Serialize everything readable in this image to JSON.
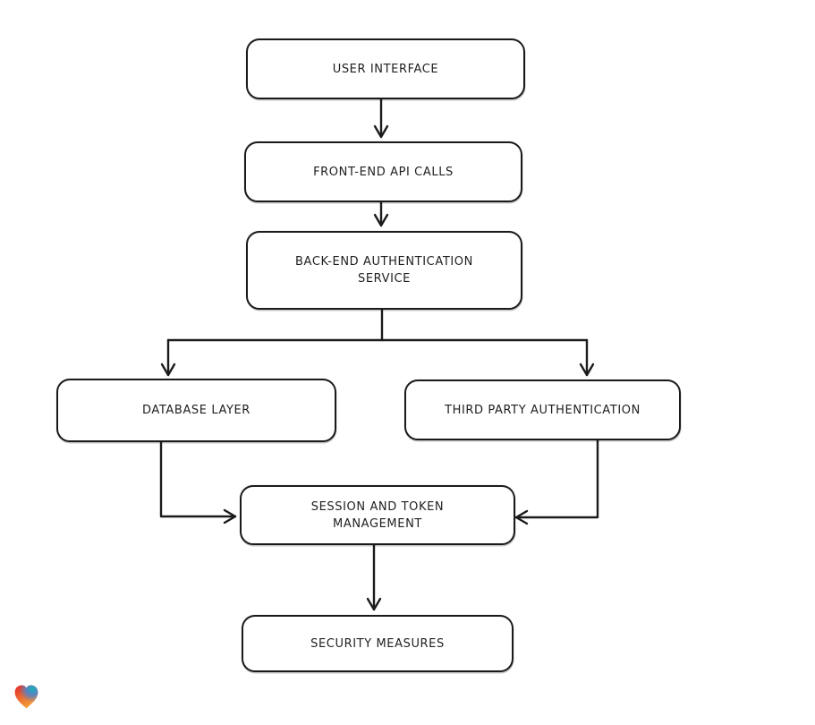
{
  "page": {
    "background": "#ffffff"
  },
  "diagram": {
    "type": "flowchart",
    "direction": "top-down",
    "nodes": [
      {
        "id": "user-interface",
        "label": "USER INTERFACE"
      },
      {
        "id": "front-end-api-calls",
        "label": "FRONT-END API CALLS"
      },
      {
        "id": "back-end-authentication-service",
        "label": "BACK-END AUTHENTICATION SERVICE"
      },
      {
        "id": "database-layer",
        "label": "DATABASE LAYER"
      },
      {
        "id": "third-party-authentication",
        "label": "THIRD PARTY AUTHENTICATION"
      },
      {
        "id": "session-and-token-management",
        "label": "SESSION AND TOKEN MANAGEMENT"
      },
      {
        "id": "security-measures",
        "label": "SECURITY MEASURES"
      }
    ],
    "edges": [
      {
        "from": "user-interface",
        "to": "front-end-api-calls"
      },
      {
        "from": "front-end-api-calls",
        "to": "back-end-authentication-service"
      },
      {
        "from": "back-end-authentication-service",
        "to": "database-layer"
      },
      {
        "from": "back-end-authentication-service",
        "to": "third-party-authentication"
      },
      {
        "from": "database-layer",
        "to": "session-and-token-management"
      },
      {
        "from": "third-party-authentication",
        "to": "session-and-token-management"
      },
      {
        "from": "session-and-token-management",
        "to": "security-measures"
      }
    ],
    "style": {
      "stroke_color": "#1b1b1b",
      "node_fill": "#ffffff",
      "text_color": "#1f1f1f",
      "look": "hand-drawn"
    }
  },
  "footer": {
    "logo": "eraser-heart-logo",
    "logo_colors": [
      "#e32426",
      "#16b3b6",
      "#3f86d8",
      "#f5a03c"
    ]
  }
}
